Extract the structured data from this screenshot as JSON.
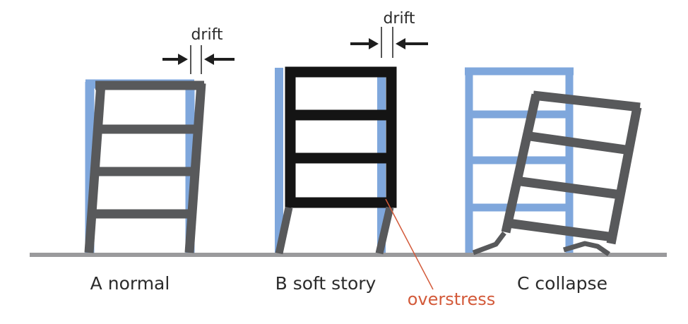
{
  "colors": {
    "original_frame": "#7fa7dc",
    "deformed_frame": "#58595b",
    "soft_story_frame": "#141414",
    "ground": "#9a9a9c",
    "text": "#2b2b2b",
    "overstress": "#d35a3a",
    "arrow": "#1e1e1e"
  },
  "panels": [
    {
      "id": "A",
      "caption": "A normal"
    },
    {
      "id": "B",
      "caption": "B soft story"
    },
    {
      "id": "C",
      "caption": "C collapse"
    }
  ],
  "annotations": {
    "drift_a": "drift",
    "drift_b": "drift",
    "overstress": "overstress"
  }
}
